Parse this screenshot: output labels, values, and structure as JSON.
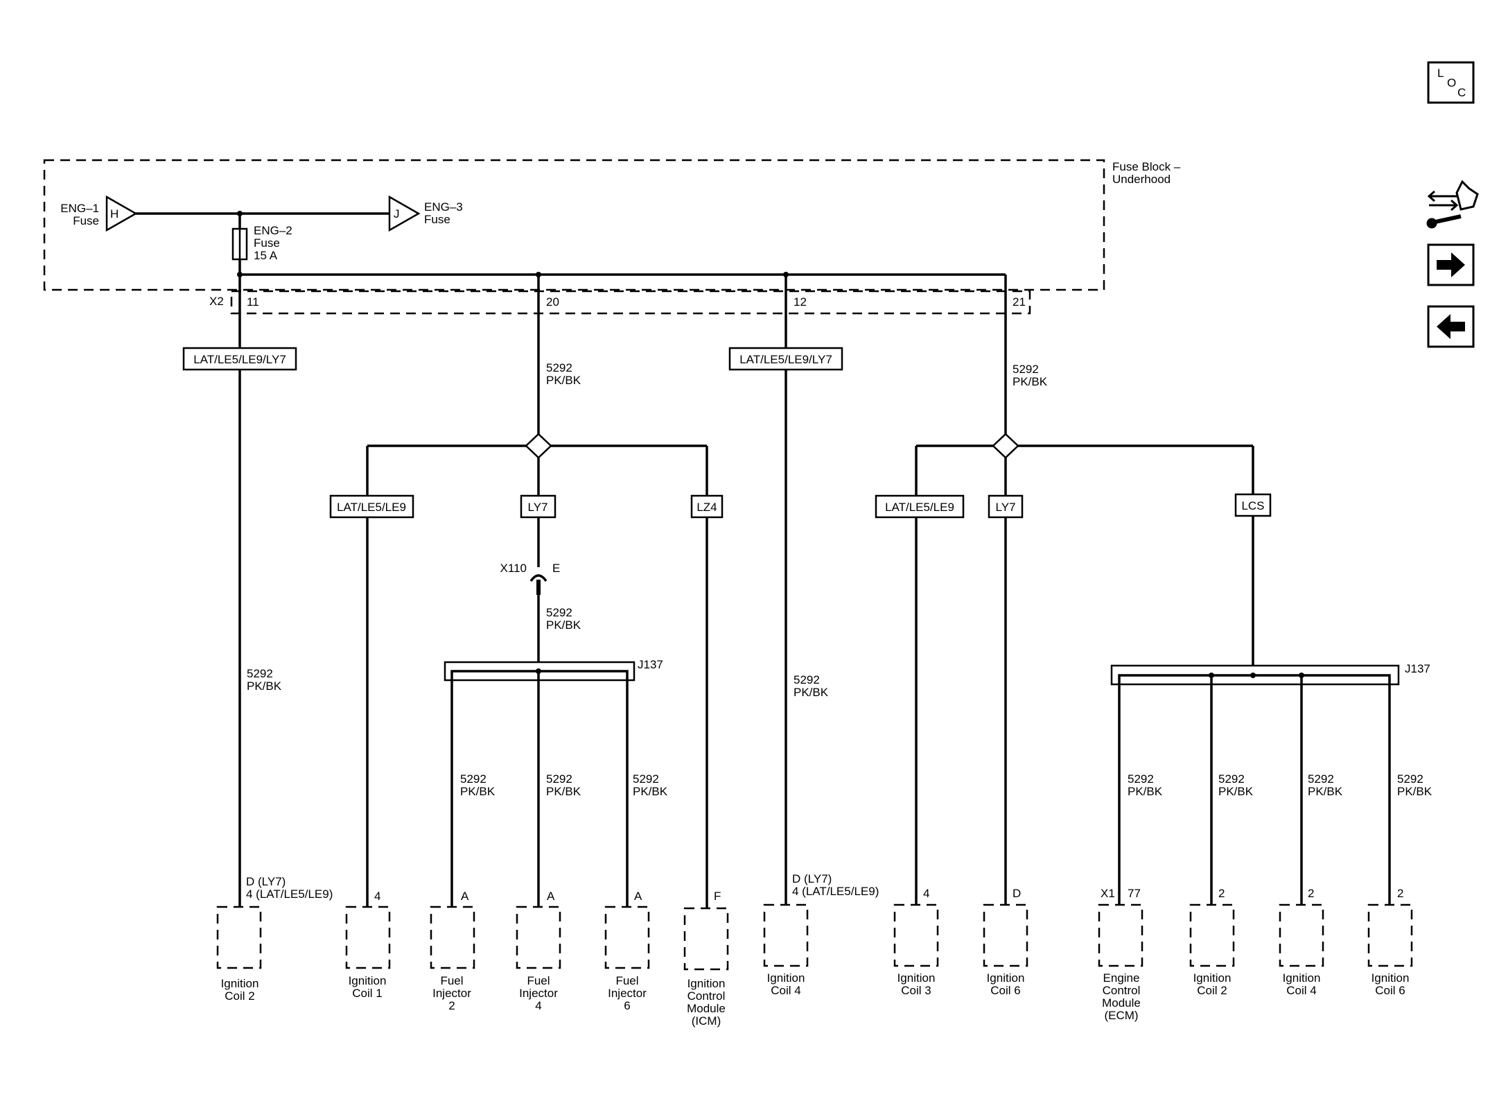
{
  "nav": {
    "loc_l": "L",
    "loc_o": "O",
    "loc_c": "C",
    "icons": [
      "loc-icon",
      "connector-tool-icon",
      "arrow-right-icon",
      "arrow-left-icon"
    ]
  },
  "fuse_block": {
    "line1": "Fuse Block –",
    "line2": "Underhood"
  },
  "eng1": {
    "line1": "ENG–1",
    "line2": "Fuse",
    "pin": "H"
  },
  "eng3": {
    "line1": "ENG–3",
    "line2": "Fuse",
    "pin": "J"
  },
  "eng2": {
    "line1": "ENG–2",
    "line2": "Fuse",
    "line3": "15 A"
  },
  "connector": {
    "name": "X2",
    "pins": [
      "11",
      "20",
      "12",
      "21"
    ]
  },
  "wire": {
    "circuit": "5292",
    "color": "PK/BK"
  },
  "option_labels": {
    "a": "LAT/LE5/LE9/LY7",
    "b": "LAT/LE5/LE9/LY7",
    "c": "LAT/LE5/LE9",
    "d": "LY7",
    "e": "LZ4",
    "f": "LAT/LE5/LE9",
    "g": "LY7",
    "h": "LCS"
  },
  "inline": {
    "name": "X110",
    "pin": "E"
  },
  "splice": {
    "left": "J137",
    "right": "J137"
  },
  "pins": {
    "coil2_a": "D (LY7)",
    "coil2_b": "4 (LAT/LE5/LE9)",
    "coil1": "4",
    "inj2": "A",
    "inj4": "A",
    "inj6": "A",
    "icm": "F",
    "coil4_a": "D (LY7)",
    "coil4_b": "4 (LAT/LE5/LE9)",
    "coil3": "4",
    "coil6": "D",
    "ecm_conn": "X1",
    "ecm_pin": "77",
    "coil2r": "2",
    "coil4r": "2",
    "coil6r": "2"
  },
  "components": {
    "coil2": [
      "Ignition",
      "Coil 2"
    ],
    "coil1": [
      "Ignition",
      "Coil 1"
    ],
    "inj2": [
      "Fuel",
      "Injector",
      "2"
    ],
    "inj4": [
      "Fuel",
      "Injector",
      "4"
    ],
    "inj6": [
      "Fuel",
      "Injector",
      "6"
    ],
    "icm": [
      "Ignition",
      "Control",
      "Module",
      "(ICM)"
    ],
    "coil4": [
      "Ignition",
      "Coil 4"
    ],
    "coil3": [
      "Ignition",
      "Coil 3"
    ],
    "coil6": [
      "Ignition",
      "Coil 6"
    ],
    "ecm": [
      "Engine",
      "Control",
      "Module",
      "(ECM)"
    ],
    "coil2r": [
      "Ignition",
      "Coil 2"
    ],
    "coil4r": [
      "Ignition",
      "Coil 4"
    ],
    "coil6r": [
      "Ignition",
      "Coil 6"
    ]
  }
}
